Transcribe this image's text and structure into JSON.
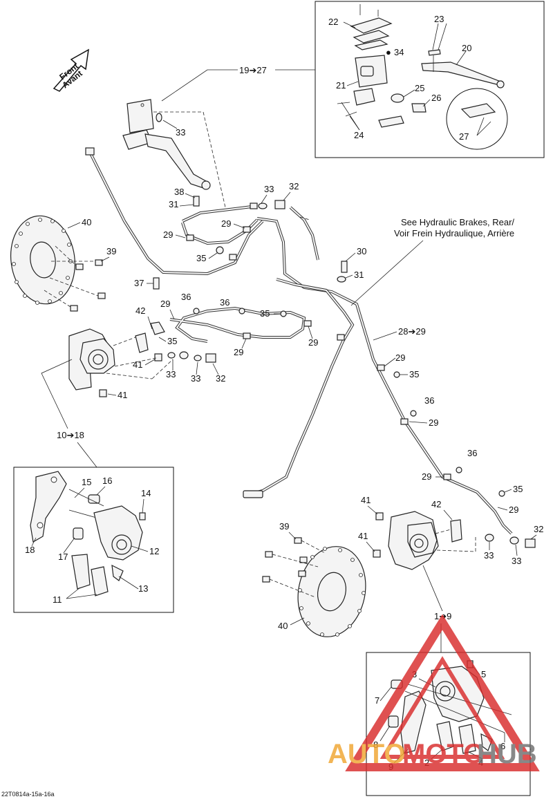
{
  "front_arrow": {
    "line1": "Front",
    "line2": "Avant"
  },
  "see_note": {
    "line1": "See  Hydraulic Brakes, Rear/",
    "line2": "Voir Frein Hydraulique, Arrière"
  },
  "part_code": "22T0814a-15a-16a",
  "watermark": {
    "auto": "AUTO",
    "moto": "MOTO",
    "hub": "HUB"
  },
  "colors": {
    "line": "#222222",
    "watermark_orange": "#f0a530",
    "watermark_red": "#d92b2b",
    "watermark_grey": "#6e6e6e"
  },
  "callouts": {
    "master_cyl_range": "19➔27",
    "hose_range": "28➔29",
    "front_left_caliper_range": "10➔18",
    "front_right_caliper_range": "1➔9",
    "c22": "22",
    "c23": "23",
    "c20": "20",
    "c34": "34",
    "c21": "21",
    "c25": "25",
    "c26": "26",
    "c24": "24",
    "c27": "27",
    "c33a": "33",
    "c38": "38",
    "c31a": "31",
    "c33b": "33",
    "c32a": "32",
    "c40a": "40",
    "c39a": "39",
    "c29a": "29",
    "c29b": "29",
    "c35a": "35",
    "c37": "37",
    "c30": "30",
    "c31b": "31",
    "c42a": "42",
    "c29c": "29",
    "c36a": "36",
    "c36b": "36",
    "c35b": "35",
    "c35c": "35",
    "c41a": "41",
    "c33c": "33",
    "c33d": "33",
    "c32b": "32",
    "c41b": "41",
    "c29d": "29",
    "c29e": "29",
    "c29f": "29",
    "c35d": "35",
    "c36c": "36",
    "c29g": "29",
    "c36d": "36",
    "c29h": "29",
    "c35e": "35",
    "c41c": "41",
    "c42b": "42",
    "c29i": "29",
    "c32c": "32",
    "c41d": "41",
    "c33e": "33",
    "c33f": "33",
    "c39b": "39",
    "c40b": "40",
    "c15": "15",
    "c16": "16",
    "c14": "14",
    "c18": "18",
    "c17": "17",
    "c12": "12",
    "c11": "11",
    "c13": "13",
    "c3": "3",
    "c5": "5",
    "c7": "7",
    "c8": "8",
    "c9": "9",
    "c2": "2",
    "c4": "4",
    "c6": "6"
  }
}
